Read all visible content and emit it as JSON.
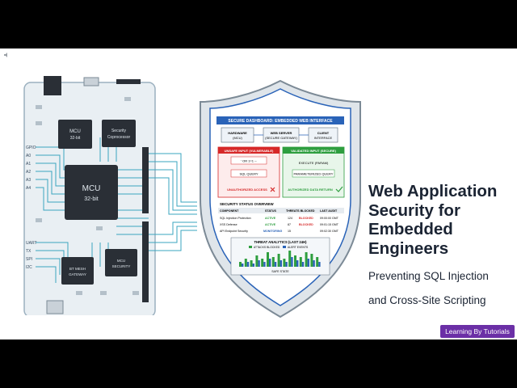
{
  "slide": {
    "title_lines": [
      "Web Application",
      "Security for",
      "Embedded",
      "Engineers"
    ],
    "subtitle_lines": [
      "Preventing SQL Injection",
      "and Cross-Site Scripting"
    ]
  },
  "badge": {
    "label": "Learning By Tutorials"
  },
  "board": {
    "mcu_small": [
      "MCU",
      "32-bit"
    ],
    "security_chip": [
      "Security",
      "Coprocessor"
    ],
    "mcu_large": [
      "MCU",
      "32-bit"
    ],
    "chip_bl": [
      "BT MESH",
      "GATEWAY"
    ],
    "chip_br": [
      "MCU",
      "SECURITY"
    ],
    "left_pins_top": [
      "GPIO",
      "A0",
      "A1",
      "A2",
      "A3",
      "A4"
    ],
    "left_pins_bottom": [
      "UART",
      "TX",
      "SPI",
      "I2C"
    ]
  },
  "shield": {
    "header": "SECURE DASHBOARD: EMBEDDED WEB INTERFACE",
    "flow": {
      "hardware": [
        "HARDWARE",
        "(MCU)"
      ],
      "web_server": [
        "WEB SERVER",
        "(SECURE GATEWAY)"
      ],
      "client": [
        "CLIENT",
        "INTERFACE"
      ]
    },
    "unsafe": {
      "title": "UNSAFE INPUT (VULNERABLE)",
      "code": "' OR 1=1 --",
      "query": "SQL QUERY",
      "result": "UNAUTHORIZED ACCESS"
    },
    "safe": {
      "title": "VALIDATED INPUT (SECURE)",
      "step1": "EXECUTE (PARAM)",
      "step2": "PARAMETERIZED QUERY",
      "result": "AUTHORIZED DATA RETURN"
    },
    "status": {
      "title": "SECURITY STATUS OVERVIEW",
      "headers": [
        "COMPONENT",
        "STATUS",
        "THREATS BLOCKED",
        "LAST AUDIT"
      ],
      "rows": [
        [
          "SQL Injection Protection",
          "ACTIVE",
          "124",
          "BLOCKED",
          "09:00:00 GMT"
        ],
        [
          "XSS Defense",
          "ACTIVE",
          "87",
          "BLOCKED",
          "09:01:15 GMT"
        ],
        [
          "API Endpoint Security",
          "MONITORING",
          "15",
          "",
          "09:02:30 GMT"
        ]
      ]
    },
    "analytics": {
      "title": "THREAT ANALYTICS (LAST 24H)",
      "legend": [
        "ATTACKS BLOCKED",
        "ALERT EVENTS"
      ],
      "caption": "SAFE STATE",
      "attacks": [
        3,
        5,
        4,
        7,
        5,
        9,
        6,
        8,
        5,
        10,
        7,
        6,
        9,
        8,
        6
      ],
      "alerts": [
        2,
        3,
        2,
        4,
        3,
        5,
        3,
        4,
        3,
        6,
        4,
        3,
        5,
        4,
        3
      ]
    }
  },
  "colors": {
    "board": "#e9eff3",
    "trace": "#3aa5bf",
    "chip": "#2a2f36",
    "danger": "#d62828",
    "safe": "#2e9e3f",
    "badge": "#6b2fa6",
    "link": "#2a63b8"
  }
}
